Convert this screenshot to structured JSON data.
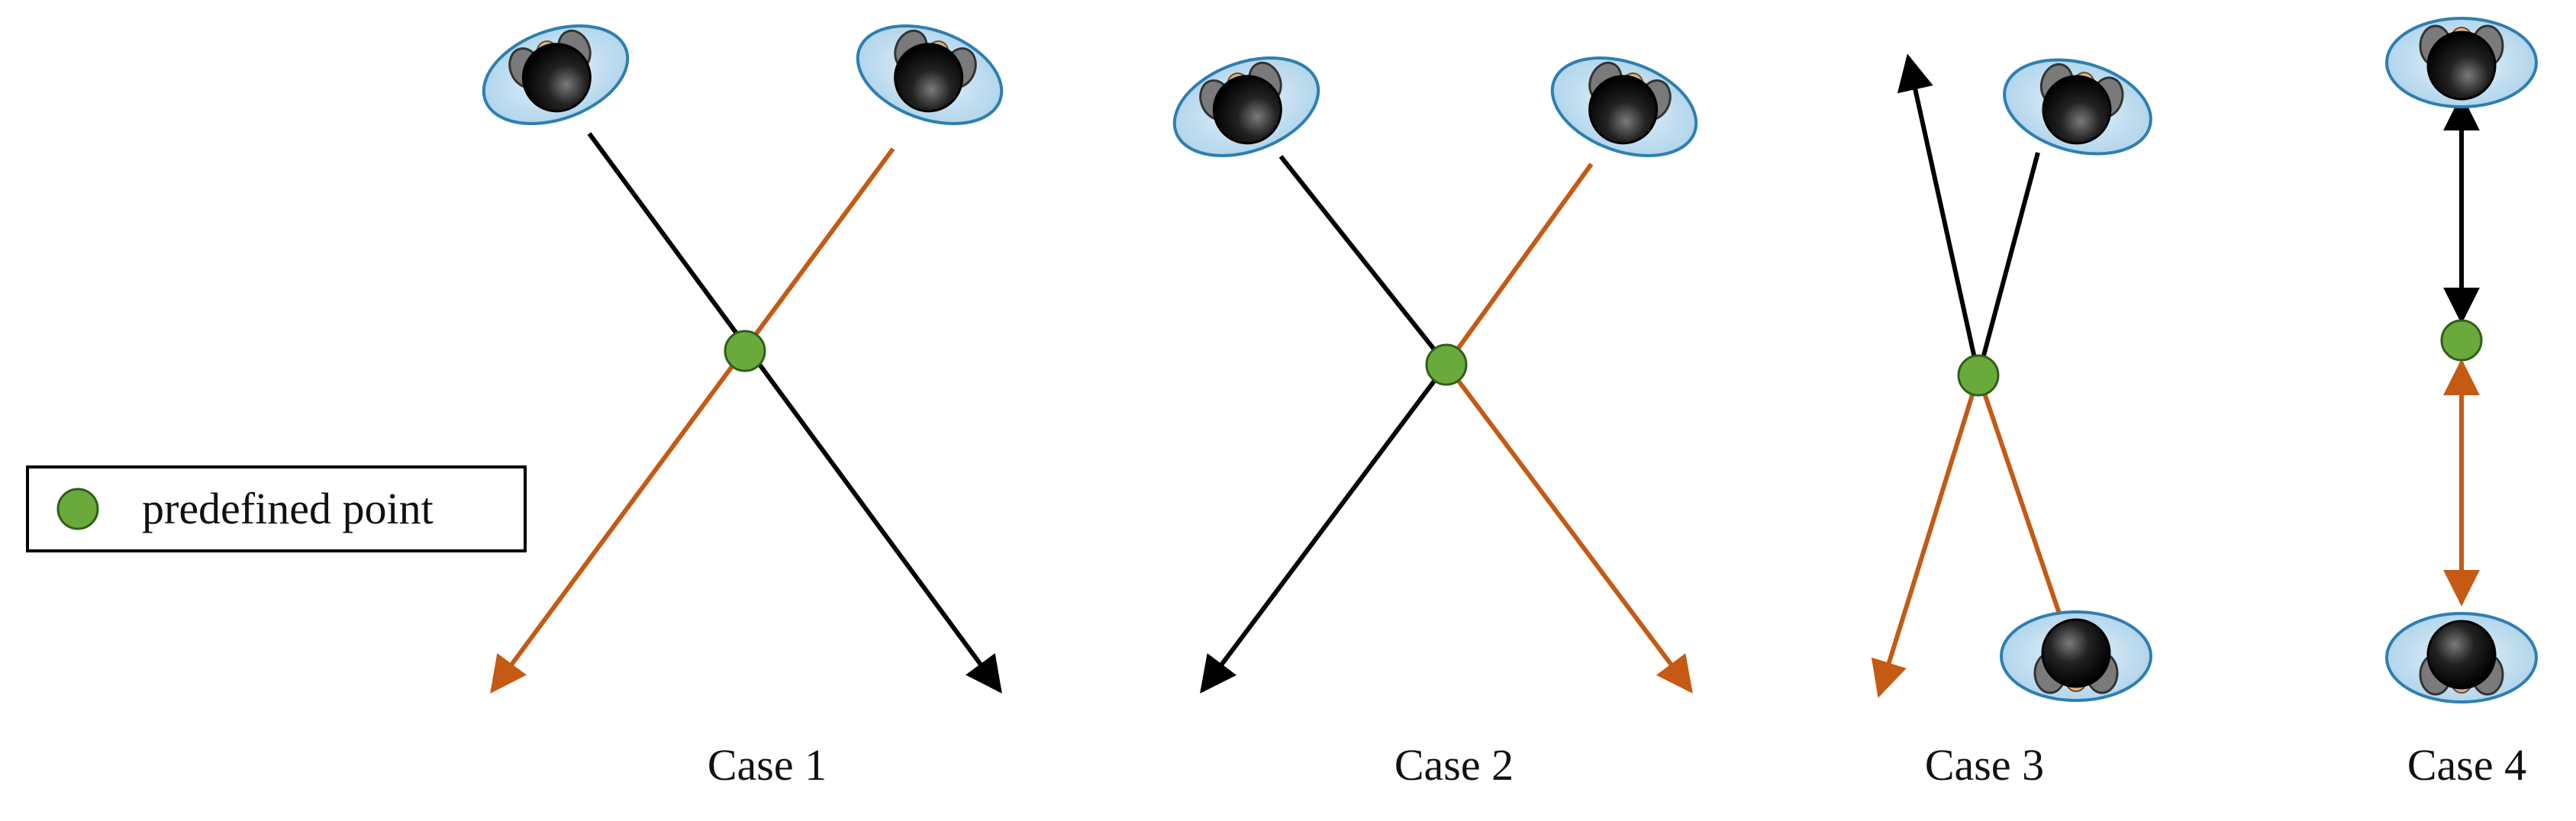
{
  "legend": {
    "label": "predefined point",
    "marker_color": "#6aaa3c",
    "marker_stroke": "#2f5f1a"
  },
  "colors": {
    "path_black": "#000000",
    "path_orange": "#c45a14",
    "ellipse_fill": "#bcdcf0",
    "ellipse_stroke": "#2d7fb0",
    "head_color": "#111111",
    "shoulder_color": "#6b6b6b"
  },
  "icons": {
    "person": "person-topview-icon",
    "point": "predefined-point-icon"
  },
  "cases": [
    {
      "id": "case-1",
      "label": "Case 1"
    },
    {
      "id": "case-2",
      "label": "Case 2"
    },
    {
      "id": "case-3",
      "label": "Case 3"
    },
    {
      "id": "case-4",
      "label": "Case 4"
    }
  ]
}
